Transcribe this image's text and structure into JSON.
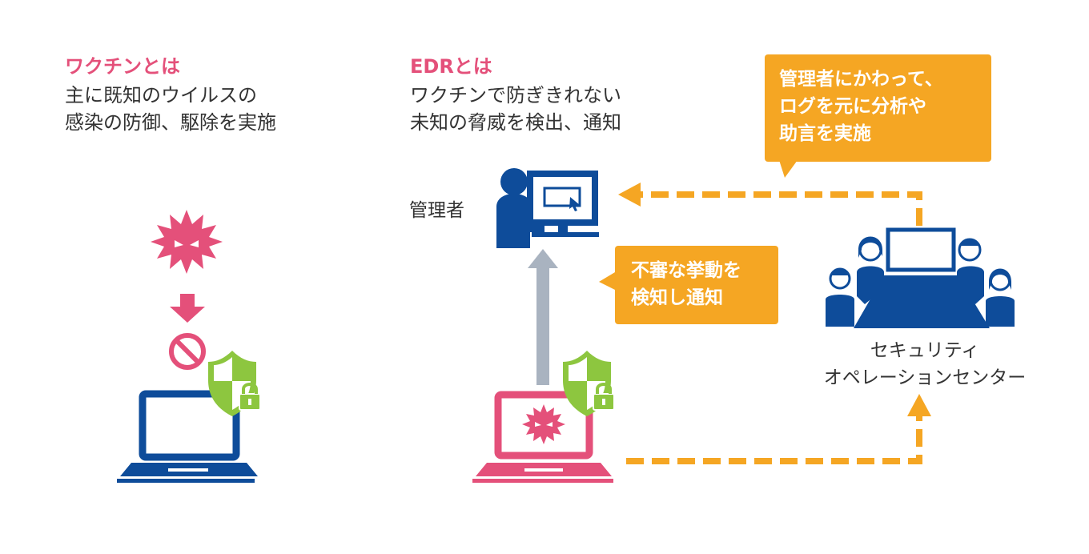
{
  "vaccine": {
    "title": "ワクチンとは",
    "lines": [
      "主に既知のウイルスの",
      "感染の防御、駆除を実施"
    ]
  },
  "edr": {
    "title": "EDRとは",
    "lines": [
      "ワクチンで防ぎきれない",
      "未知の脅威を検出、通知"
    ]
  },
  "admin": {
    "label": "管理者"
  },
  "callout_advice": {
    "lines": [
      "管理者にかわって、",
      "ログを元に分析や",
      "助言を実施"
    ]
  },
  "callout_detect": {
    "lines": [
      "不審な挙動を",
      "検知し通知"
    ]
  },
  "soc": {
    "lines": [
      "セキュリティ",
      "オペレーションセンター"
    ]
  },
  "colors": {
    "pink": "#E4507A",
    "navy": "#0E4C9A",
    "orange": "#F5A623",
    "green": "#8DC63F",
    "gray_arrow": "#A9B3C0"
  }
}
